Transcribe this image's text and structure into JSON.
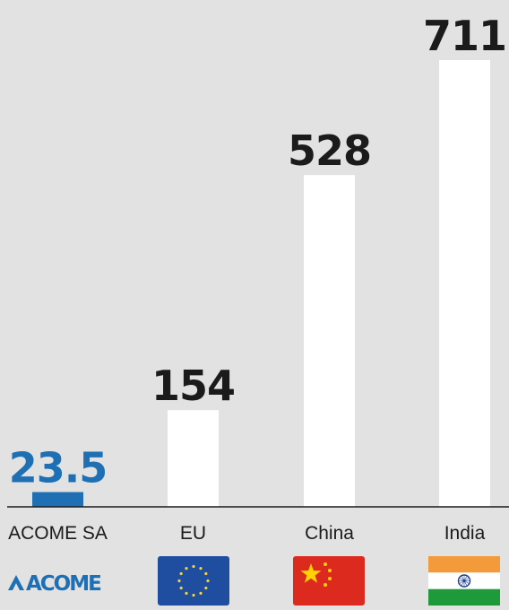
{
  "chart_data": {
    "type": "bar",
    "categories": [
      "ACOME SA",
      "EU",
      "China",
      "India"
    ],
    "values": [
      23.5,
      154,
      528,
      711
    ],
    "value_labels": [
      "23.5",
      "154",
      "528",
      "711"
    ],
    "title": "",
    "xlabel": "",
    "ylabel": "",
    "ylim": [
      0,
      711
    ],
    "grid": false,
    "legend": "none",
    "colors": {
      "background": "#e2e2e2",
      "bar_default": "#ffffff",
      "bar_highlight": "#1f6fb5",
      "label_default": "#1b1b1b",
      "label_highlight": "#1f6fb5",
      "axis": "#1b1b1b"
    },
    "highlight_index": 0
  },
  "logos": {
    "acome_text": "ACOME",
    "eu_icon": "eu-flag-icon",
    "china_icon": "china-flag-icon",
    "india_icon": "india-flag-icon"
  }
}
